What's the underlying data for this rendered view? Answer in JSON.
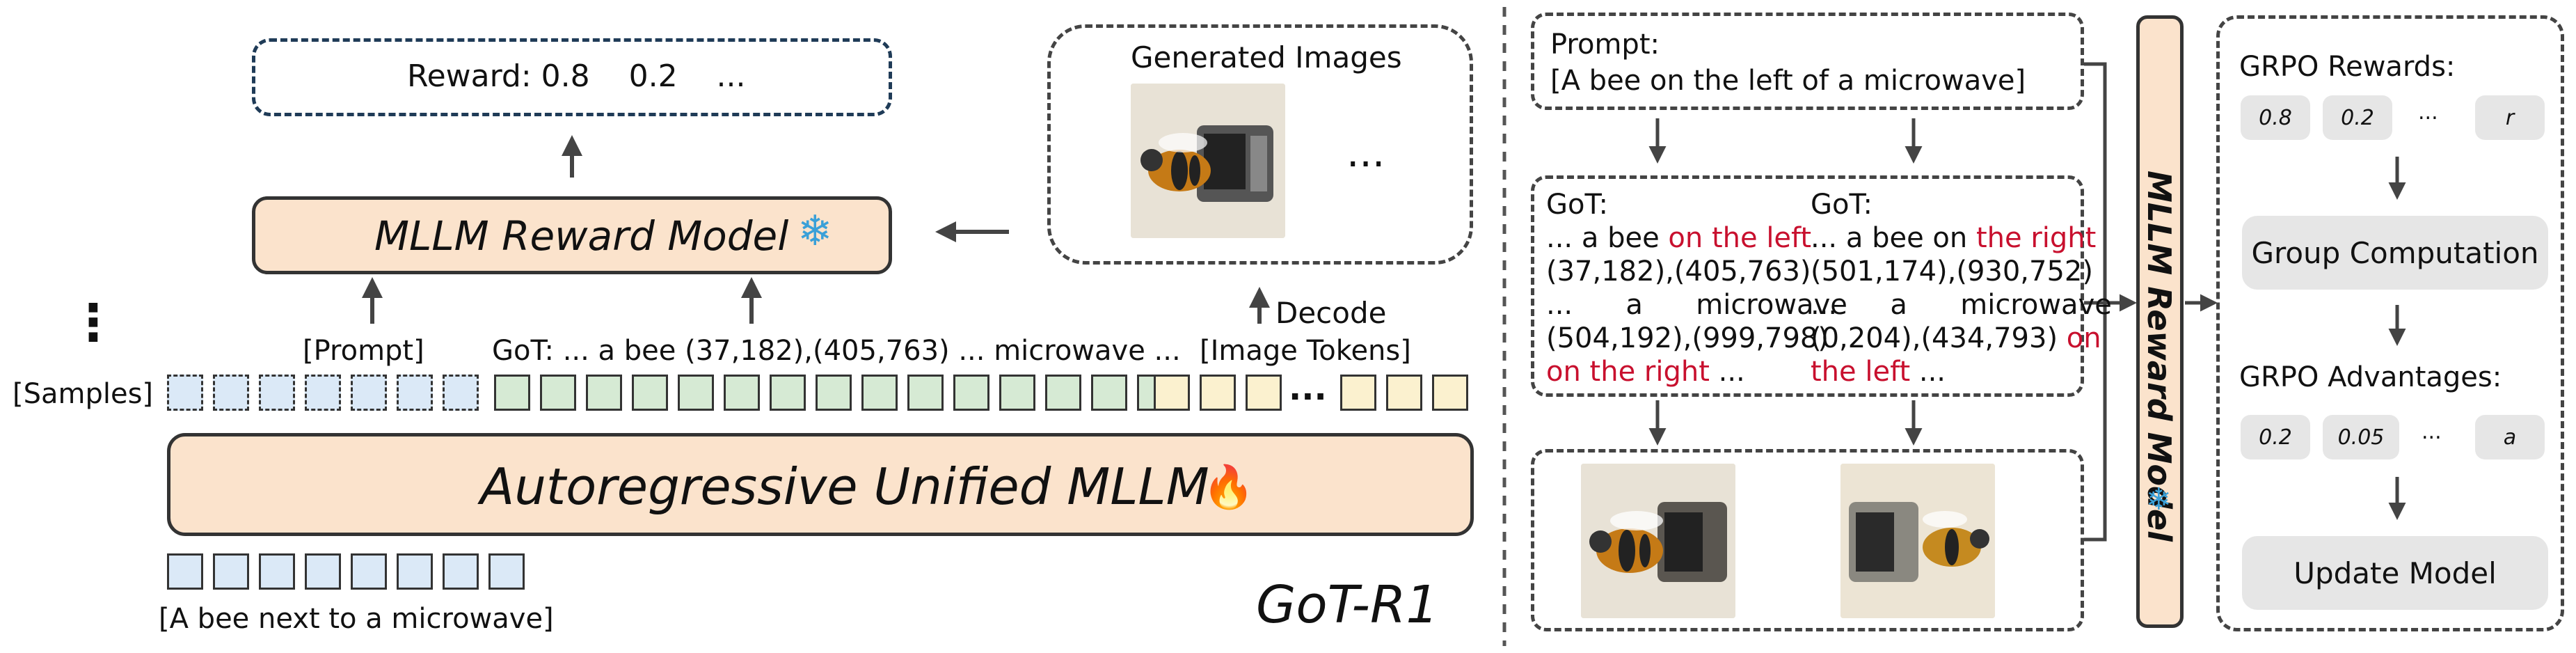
{
  "title_label": "GoT-R1",
  "left": {
    "reward_text": "Reward: 0.8    0.2    ...",
    "reward_model_label": "MLLM Reward Model",
    "reward_model_icon": "snowflake-icon",
    "generated_images_label": "Generated Images",
    "ellipsis": "...",
    "decode_label": "Decode",
    "prompt_bracket": "[Prompt]",
    "got_bracket": "GoT: ... a bee (37,182),(405,763) ... microwave ...",
    "image_tokens_bracket": "[Image Tokens]",
    "samples_label": "[Samples]",
    "vertical_dots": "⋮",
    "main_model_label": "Autoregressive Unified MLLM",
    "main_model_icon": "fire-icon",
    "input_caption": "[A bee next to a microwave]"
  },
  "middle": {
    "prompt_title": "Prompt:",
    "prompt_text": "[A bee on the left of a microwave]",
    "got1": {
      "title": "GoT:",
      "l1_a": "... a bee ",
      "l1_b": "on the left",
      "l2": "(37,182),(405,763)",
      "l3": "...      a      microwave",
      "l4": "(504,192),(999,798)",
      "l5_a": "on the right",
      "l5_b": " ..."
    },
    "got2": {
      "title": "GoT:",
      "l1_a": "... a bee on ",
      "l1_b": "the right",
      "l2": "(501,174),(930,752)",
      "l3": "...      a      microwave",
      "l4_a": "(0,204),(434,793) ",
      "l4_b": "on",
      "l5_a": "the left",
      "l5_b": " ..."
    },
    "vertical_model_label": "MLLM Reward Model"
  },
  "right": {
    "rewards_title": "GRPO Rewards:",
    "rewards": [
      "0.8",
      "0.2",
      "...",
      "r"
    ],
    "group_computation": "Group Computation",
    "advantages_title": "GRPO Advantages:",
    "advantages": [
      "0.2",
      "0.05",
      "...",
      "a"
    ],
    "update_model": "Update Model"
  },
  "colors": {
    "peach": "#fbe3cc",
    "blue_token": "#dbe9f7",
    "green_token": "#d6ead4",
    "yellow_token": "#fbf1cf",
    "red_text": "#c8102e",
    "gray_pill": "#e6e6e6",
    "snowflake": "#3aa0d8",
    "fire": "#e8611a"
  }
}
